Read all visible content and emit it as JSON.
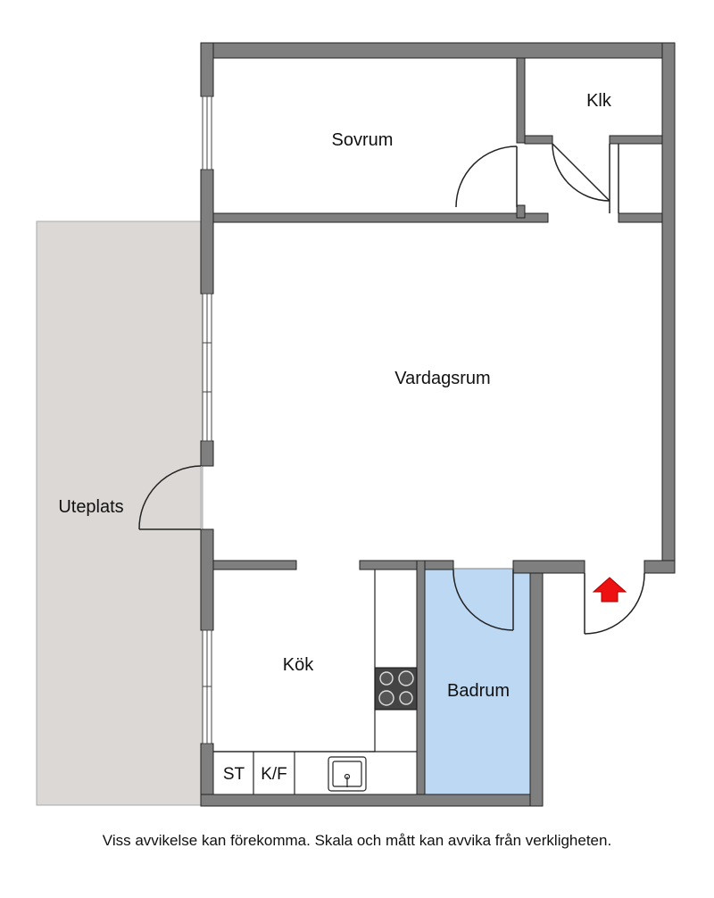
{
  "rooms": {
    "sovrum": "Sovrum",
    "klk": "Klk",
    "vardagsrum": "Vardagsrum",
    "uteplats": "Uteplats",
    "kok": "Kök",
    "badrum": "Badrum"
  },
  "fixtures": {
    "st": "ST",
    "kf": "K/F"
  },
  "disclaimer": "Viss avvikelse kan förekomma. Skala och mått kan avvika från verkligheten.",
  "colors": {
    "wall": "#7f7f7f",
    "terrace": "#dcd8d6",
    "bathroom": "#bcd8f2",
    "entrance_arrow": "#ee1111"
  }
}
